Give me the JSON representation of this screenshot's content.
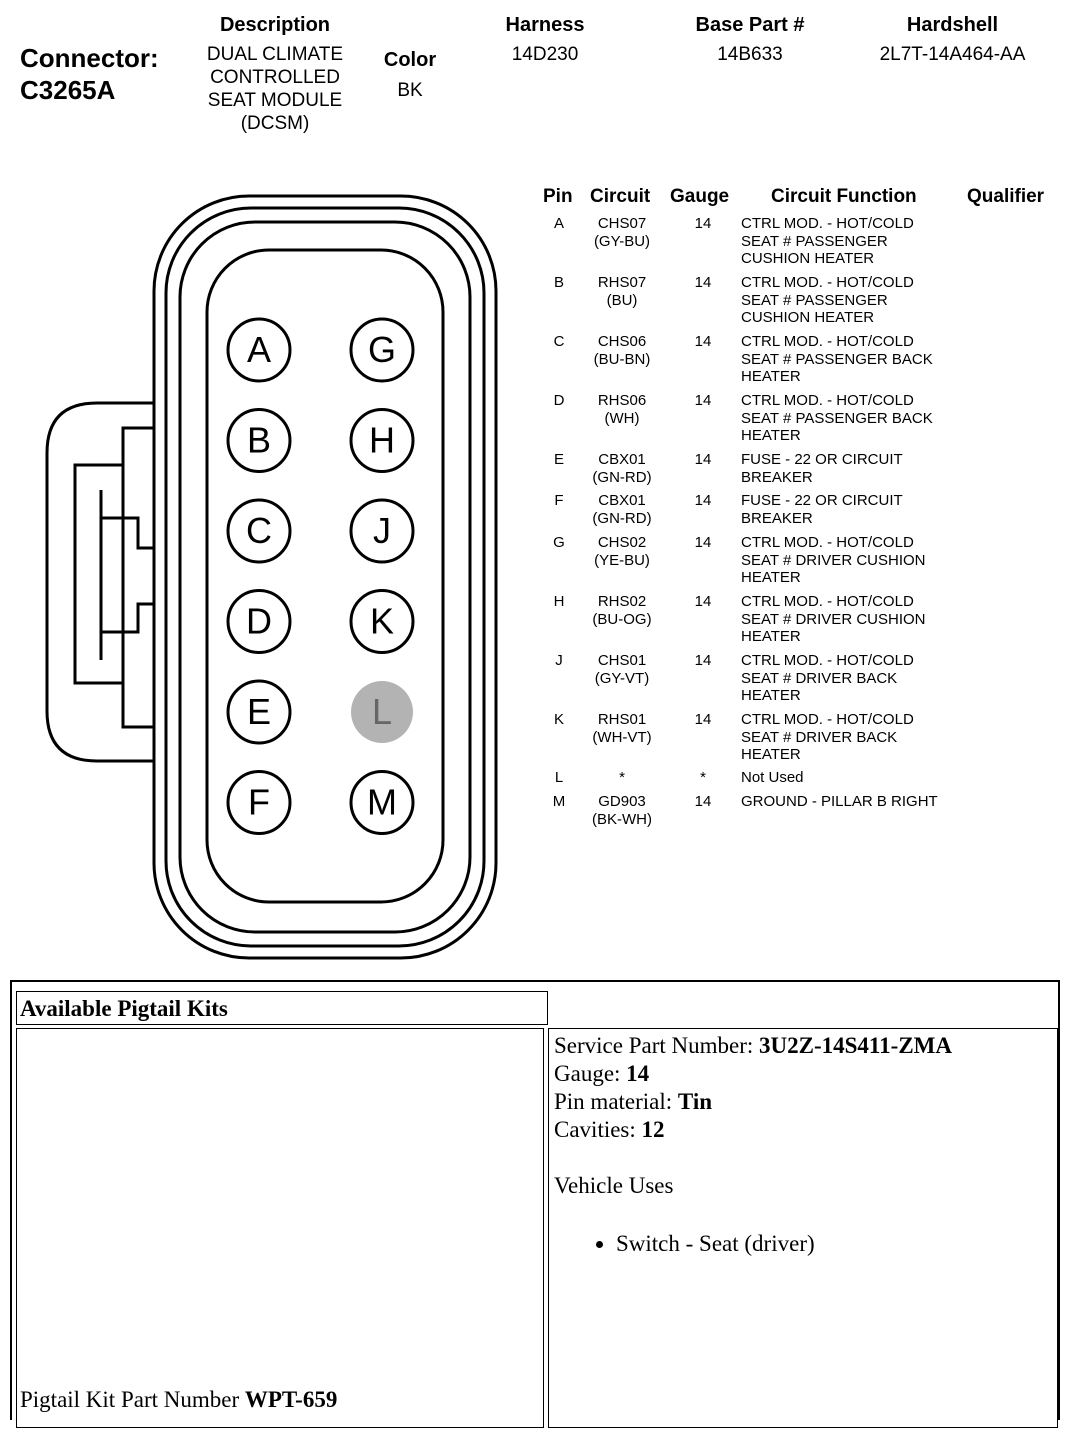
{
  "header": {
    "connector_label": "Connector:",
    "connector_id": "C3265A",
    "description_label": "Description",
    "description_lines": [
      "DUAL CLIMATE",
      "CONTROLLED",
      "SEAT MODULE",
      "(DCSM)"
    ],
    "color_label": "Color",
    "color_value": "BK",
    "harness_label": "Harness",
    "harness_value": "14D230",
    "base_part_label": "Base Part #",
    "base_part_value": "14B633",
    "hardshell_label": "Hardshell",
    "hardshell_value": "2L7T-14A464-AA"
  },
  "table": {
    "headers": {
      "pin": "Pin",
      "circuit": "Circuit",
      "gauge": "Gauge",
      "function": "Circuit Function",
      "qualifier": "Qualifier"
    },
    "rows": [
      {
        "pin": "A",
        "circuit": [
          "CHS07",
          "(GY-BU)"
        ],
        "gauge": "14",
        "function": [
          "CTRL MOD. - HOT/COLD",
          "SEAT # PASSENGER",
          "CUSHION HEATER"
        ]
      },
      {
        "pin": "B",
        "circuit": [
          "RHS07",
          "(BU)"
        ],
        "gauge": "14",
        "function": [
          "CTRL MOD. - HOT/COLD",
          "SEAT # PASSENGER",
          "CUSHION HEATER"
        ]
      },
      {
        "pin": "C",
        "circuit": [
          "CHS06",
          "(BU-BN)"
        ],
        "gauge": "14",
        "function": [
          "CTRL MOD. - HOT/COLD",
          "SEAT # PASSENGER BACK",
          "HEATER"
        ]
      },
      {
        "pin": "D",
        "circuit": [
          "RHS06",
          "(WH)"
        ],
        "gauge": "14",
        "function": [
          "CTRL MOD. - HOT/COLD",
          "SEAT # PASSENGER BACK",
          "HEATER"
        ]
      },
      {
        "pin": "E",
        "circuit": [
          "CBX01",
          "(GN-RD)"
        ],
        "gauge": "14",
        "function": [
          "FUSE - 22 OR CIRCUIT",
          "BREAKER"
        ]
      },
      {
        "pin": "F",
        "circuit": [
          "CBX01",
          "(GN-RD)"
        ],
        "gauge": "14",
        "function": [
          "FUSE - 22 OR CIRCUIT",
          "BREAKER"
        ]
      },
      {
        "pin": "G",
        "circuit": [
          "CHS02",
          "(YE-BU)"
        ],
        "gauge": "14",
        "function": [
          "CTRL MOD. - HOT/COLD",
          "SEAT # DRIVER CUSHION",
          "HEATER"
        ]
      },
      {
        "pin": "H",
        "circuit": [
          "RHS02",
          "(BU-OG)"
        ],
        "gauge": "14",
        "function": [
          "CTRL MOD. - HOT/COLD",
          "SEAT # DRIVER CUSHION",
          "HEATER"
        ]
      },
      {
        "pin": "J",
        "circuit": [
          "CHS01",
          "(GY-VT)"
        ],
        "gauge": "14",
        "function": [
          "CTRL MOD. - HOT/COLD",
          "SEAT # DRIVER BACK",
          "HEATER"
        ]
      },
      {
        "pin": "K",
        "circuit": [
          "RHS01",
          "(WH-VT)"
        ],
        "gauge": "14",
        "function": [
          "CTRL MOD. - HOT/COLD",
          "SEAT # DRIVER BACK",
          "HEATER"
        ]
      },
      {
        "pin": "L",
        "circuit": [
          "*"
        ],
        "gauge": "*",
        "function": [
          "Not Used"
        ]
      },
      {
        "pin": "M",
        "circuit": [
          "GD903",
          "(BK-WH)"
        ],
        "gauge": "14",
        "function": [
          "GROUND - PILLAR B RIGHT"
        ]
      }
    ]
  },
  "connector_pins": {
    "left_column": [
      "A",
      "B",
      "C",
      "D",
      "E",
      "F"
    ],
    "right_column": [
      "G",
      "H",
      "J",
      "K",
      "L",
      "M"
    ],
    "unused_pin": "L",
    "unused_fill": "#b3b3b3"
  },
  "pigtail": {
    "title": "Available Pigtail Kits",
    "service_part_label": "Service Part Number:",
    "service_part_value": "3U2Z-14S411-ZMA",
    "gauge_label": "Gauge:",
    "gauge_value": "14",
    "pin_material_label": "Pin material:",
    "pin_material_value": "Tin",
    "cavities_label": "Cavities:",
    "cavities_value": "12",
    "vehicle_uses_label": "Vehicle Uses",
    "vehicle_uses": [
      "Switch - Seat (driver)"
    ],
    "kit_part_label": "Pigtail Kit Part Number",
    "kit_part_value": "WPT-659"
  }
}
